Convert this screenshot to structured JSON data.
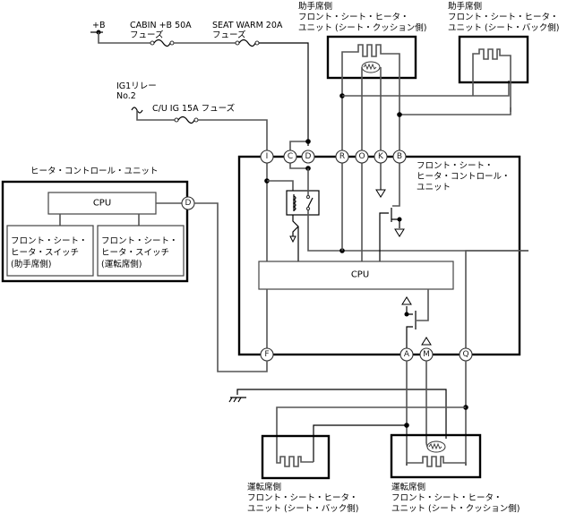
{
  "power": {
    "plus_b": "+B",
    "fuse1_line1": "CABIN +B 50A",
    "fuse1_line2": "フューズ",
    "fuse2_line1": "SEAT WARM 20A",
    "fuse2_line2": "フューズ",
    "relay_line1": "IG1リレー",
    "relay_line2": "No.2",
    "fuse3": "C/U IG 15A フューズ"
  },
  "passenger_cushion": {
    "line1": "助手席側",
    "line2": "フロント・シート・ヒータ・",
    "line3": "ユニット (シート・クッション側)"
  },
  "passenger_back": {
    "line1": "助手席側",
    "line2": "フロント・シート・ヒータ・",
    "line3": "ユニット (シート・バック側)"
  },
  "control_unit": {
    "line1": "フロント・シート・",
    "line2": "ヒータ・コントロール・",
    "line3": "ユニット",
    "cpu": "CPU",
    "pins_top": [
      "I",
      "C",
      "D",
      "R",
      "O",
      "K",
      "B"
    ],
    "pins_bottom": [
      "F",
      "A",
      "M",
      "Q"
    ]
  },
  "heater_control": {
    "title": "ヒータ・コントロール・ユニット",
    "cpu": "CPU",
    "pin": "D",
    "switch_passenger": [
      "フロント・シート・",
      "ヒータ・スイッチ",
      "(助手席側)"
    ],
    "switch_driver": [
      "フロント・シート・",
      "ヒータ・スイッチ",
      "(運転席側)"
    ]
  },
  "driver_back": {
    "line1": "運転席側",
    "line2": "フロント・シート・ヒータ・",
    "line3": "ユニット (シート・バック側)"
  },
  "driver_cushion": {
    "line1": "運転席側",
    "line2": "フロント・シート・ヒータ・",
    "line3": "ユニット (シート・クッション側)"
  }
}
